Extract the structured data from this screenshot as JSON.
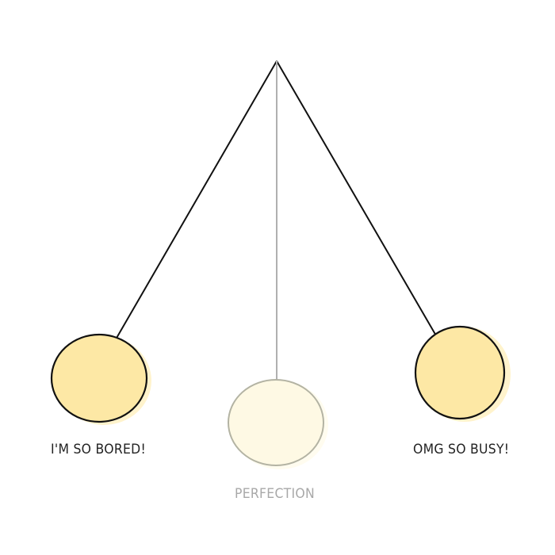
{
  "labels": {
    "left": "I'M SO BORED!",
    "center": "PERFECTION",
    "right": "OMG SO BUSY!"
  },
  "colors": {
    "ball_fill": "#fde8a5",
    "ball_glow": "#fff3cc",
    "faded_ball_fill": "#fef9e4",
    "faded_glow": "#fffcef",
    "string": "#111111",
    "faded_string": "#b0b0b0",
    "faded_outline": "#b3b3a3",
    "label_text": "#222222",
    "faded_text": "#a8a8a8"
  }
}
